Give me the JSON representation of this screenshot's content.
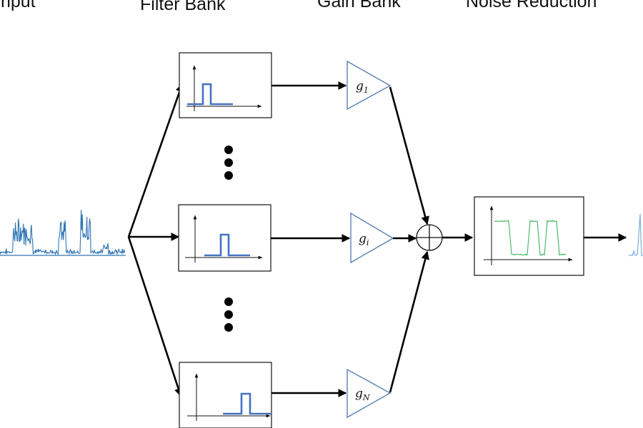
{
  "titles": {
    "input": "Input",
    "filter_bank": "Filter Bank",
    "gain_bank": "Gain Bank",
    "noise_reduction": "Noise Reduction"
  },
  "gains": [
    {
      "symbol": "g",
      "subscript": "1"
    },
    {
      "symbol": "g",
      "subscript": "i"
    },
    {
      "symbol": "g",
      "subscript": "N"
    }
  ],
  "colors": {
    "input_signal": "#2f74b5",
    "filter_passband": "#4472c4",
    "gain_outline": "#5b7fb4",
    "denoised_signal": "#4fb86a",
    "output_signal": "#7fb3e0"
  }
}
